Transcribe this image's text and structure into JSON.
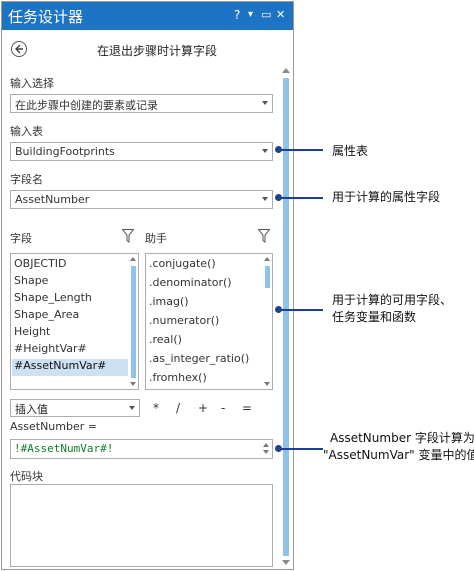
{
  "window": {
    "title": "任务设计器",
    "help_label": "?",
    "menu_label": "▾",
    "pin_label": "▭",
    "close_label": "✕"
  },
  "step": {
    "title": "在退出步骤时计算字段"
  },
  "input_selection": {
    "label": "输入选择",
    "value": "在此步骤中创建的要素或记录"
  },
  "input_table": {
    "label": "输入表",
    "value": "BuildingFootprints"
  },
  "field_name": {
    "label": "字段名",
    "value": "AssetNumber"
  },
  "fields": {
    "label": "字段",
    "items": [
      "OBJECTID",
      "Shape",
      "Shape_Length",
      "Shape_Area",
      "Height",
      "#HeightVar#",
      "#AssetNumVar#"
    ],
    "selected": "#AssetNumVar#"
  },
  "helpers": {
    "label": "助手",
    "items": [
      ".conjugate()",
      ".denominator()",
      ".imag()",
      ".numerator()",
      ".real()",
      ".as_integer_ratio()",
      ".fromhex()"
    ]
  },
  "insert": {
    "value": "插入值",
    "operators": [
      "*",
      "/",
      "+",
      "-",
      "="
    ]
  },
  "expression": {
    "label": "AssetNumber =",
    "value": "!#AssetNumVar#!"
  },
  "code_block": {
    "label": "代码块"
  },
  "callouts": {
    "attribute_table": "属性表",
    "calc_field": "用于计算的属性字段",
    "available_1": "用于计算的可用字段、",
    "available_2": "任务变量和函数",
    "expr_1": "AssetNumber 字段计算为",
    "expr_2": "\"AssetNumVar\" 变量中的值"
  },
  "colors": {
    "title_bar": "#1e74c4",
    "selection": "#cde1f2",
    "expression_text": "#127c2b",
    "callout": "#1f3f8f"
  }
}
